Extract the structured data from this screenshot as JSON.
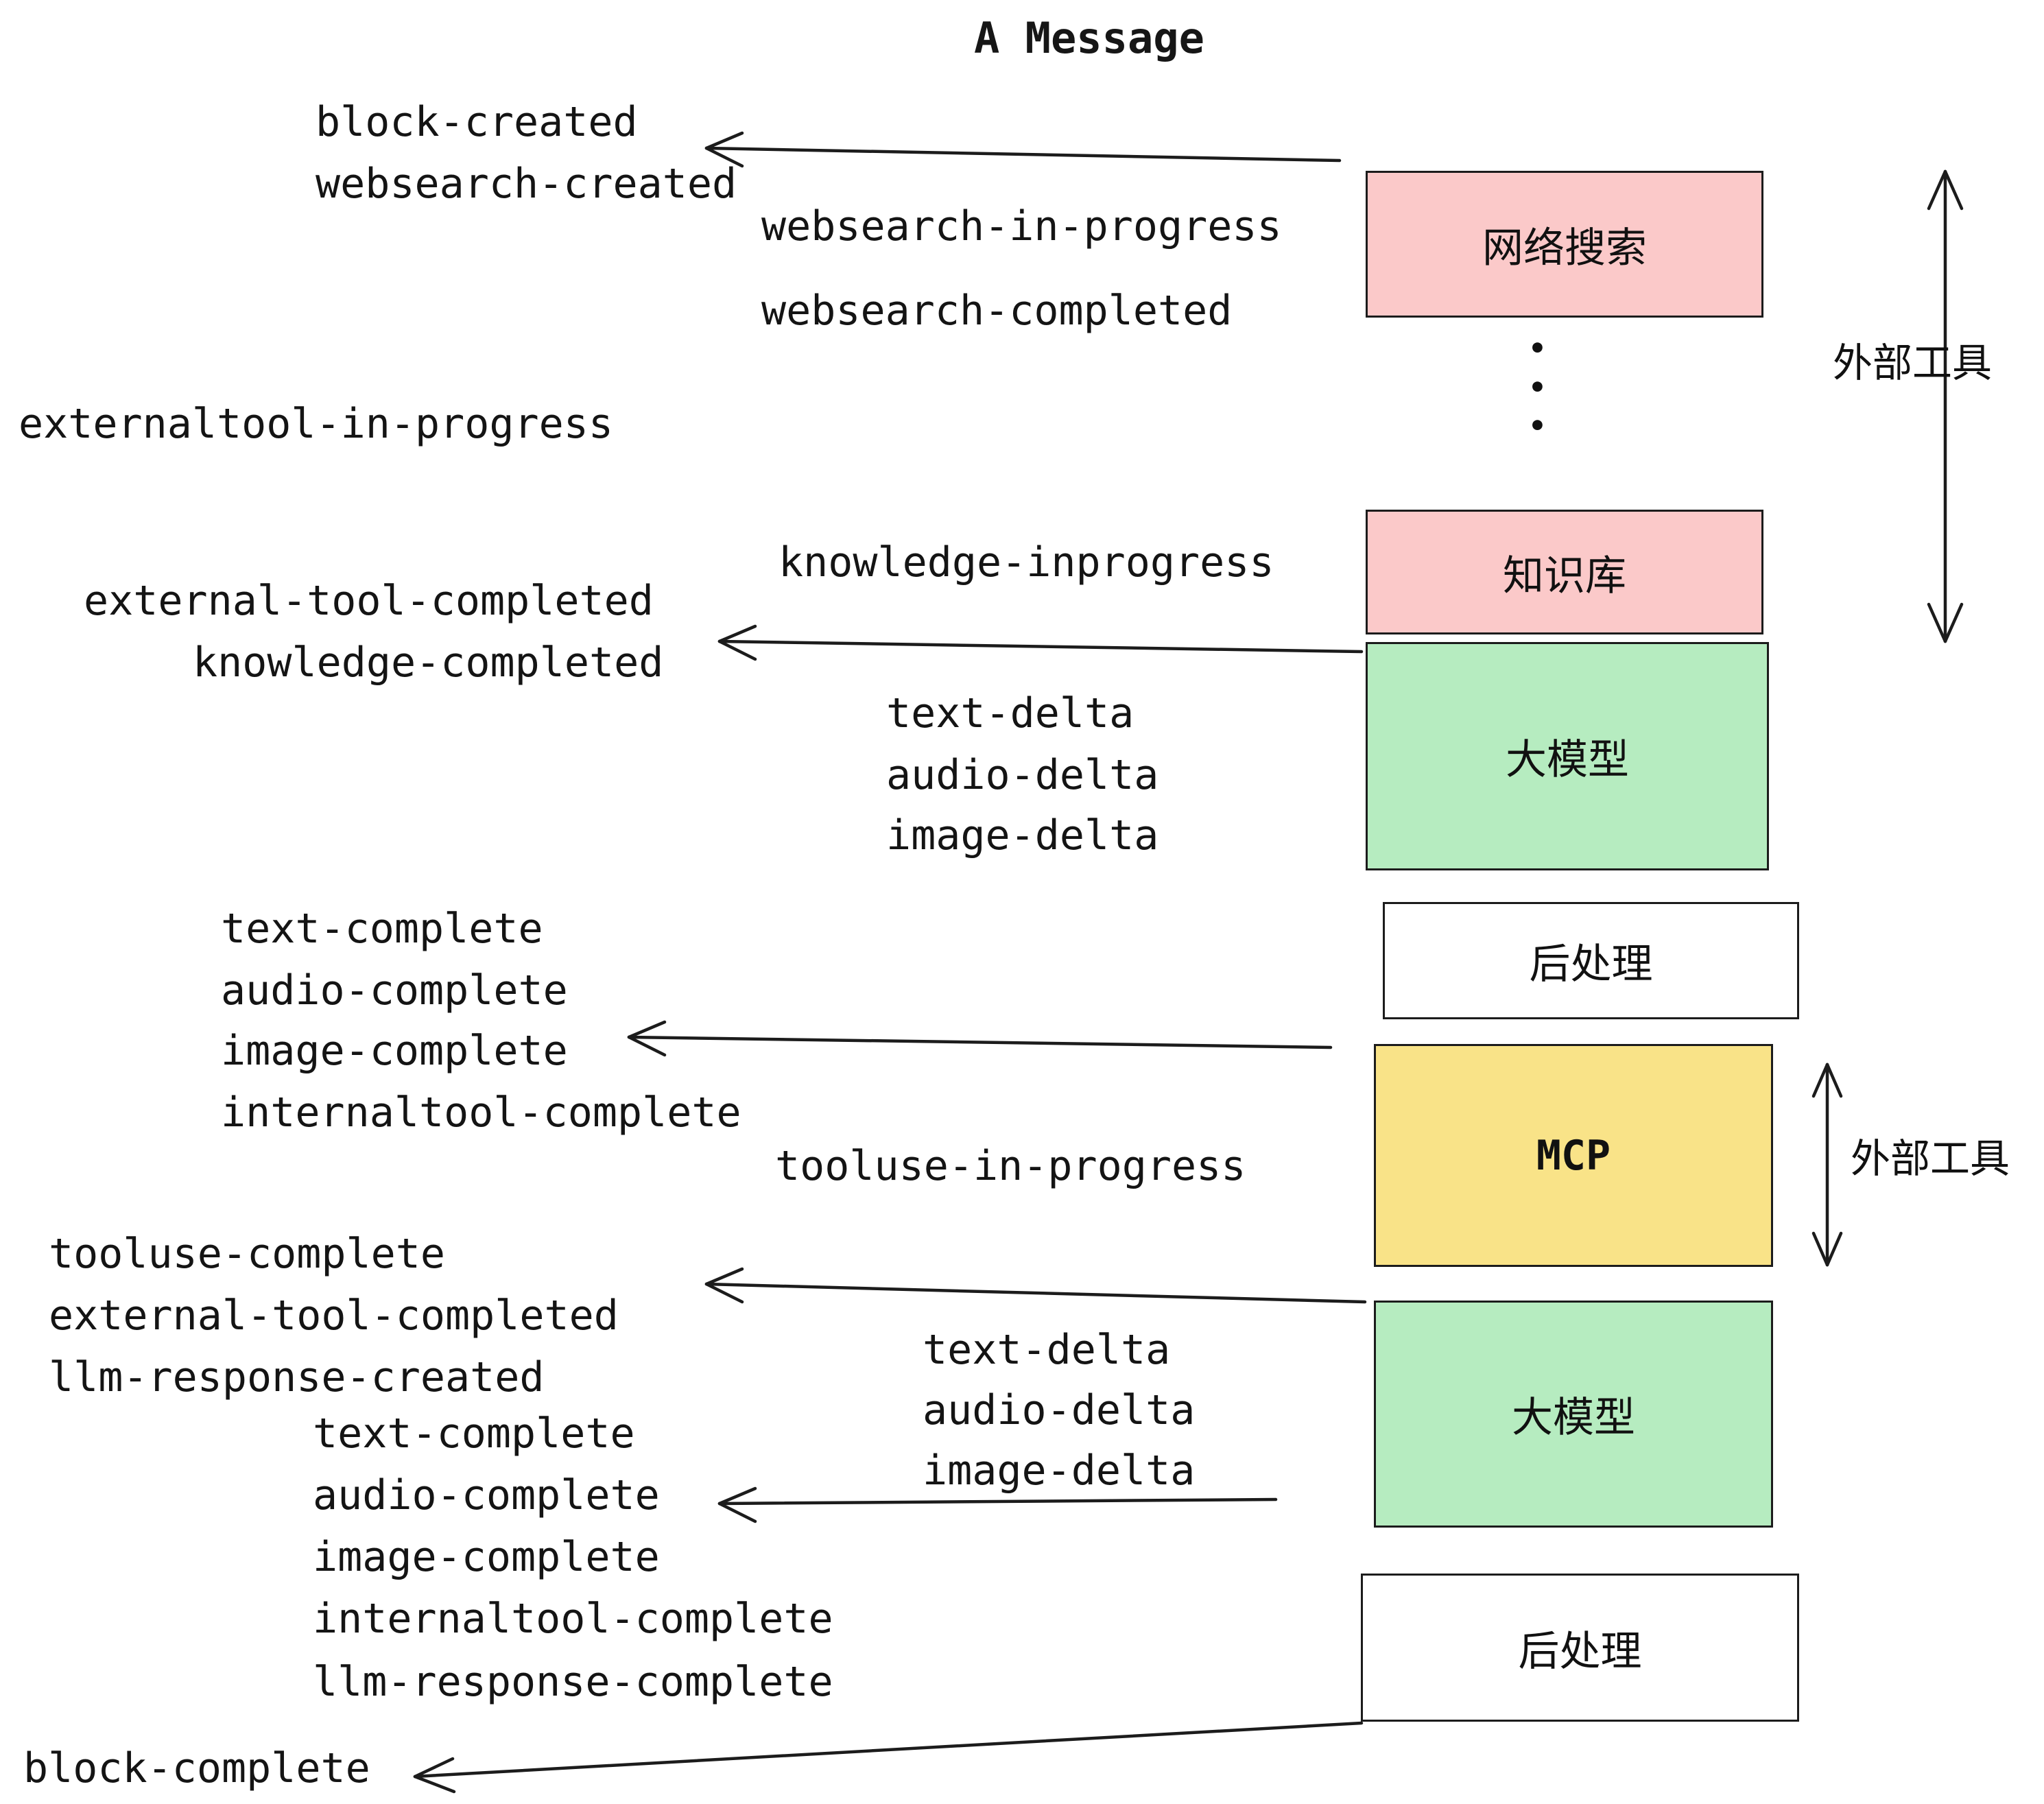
{
  "title": "A Message",
  "events": {
    "block_created": "block-created",
    "websearch_created": "websearch-created",
    "websearch_in_progress": "websearch-in-progress",
    "websearch_completed": "websearch-completed",
    "externaltool_in_progress": "externaltool-in-progress",
    "knowledge_inprogress": "knowledge-inprogress",
    "external_tool_completed_1": "external-tool-completed",
    "knowledge_completed": "knowledge-completed",
    "text_delta_1": "text-delta",
    "audio_delta_1": "audio-delta",
    "image_delta_1": "image-delta",
    "text_complete_1": "text-complete",
    "audio_complete_1": "audio-complete",
    "image_complete_1": "image-complete",
    "internaltool_complete_1": "internaltool-complete",
    "tooluse_in_progress": "tooluse-in-progress",
    "tooluse_complete": "tooluse-complete",
    "external_tool_completed_2": "external-tool-completed",
    "llm_response_created": "llm-response-created",
    "text_complete_2": "text-complete",
    "audio_complete_2": "audio-complete",
    "image_complete_2": "image-complete",
    "internaltool_complete_2": "internaltool-complete",
    "llm_response_complete": "llm-response-complete",
    "block_complete": "block-complete"
  },
  "boxes": {
    "websearch": {
      "label": "网络搜索",
      "color": "#fbc9c9"
    },
    "knowledge": {
      "label": "知识库",
      "color": "#fbc9c9"
    },
    "llm1": {
      "label": "大模型",
      "color": "#b6ecc0"
    },
    "post1": {
      "label": "后处理",
      "color": "#ffffff"
    },
    "mcp": {
      "label": "MCP",
      "color": "#f9e388"
    },
    "llm2": {
      "label": "大模型",
      "color": "#b6ecc0"
    },
    "post2": {
      "label": "后处理",
      "color": "#ffffff"
    }
  },
  "side_labels": {
    "external_tools_1": "外部工具",
    "external_tools_2": "外部工具"
  },
  "ellipsis": "•\n•\n•",
  "colors": {
    "line": "#1c1c1c",
    "pink": "#fbc9c9",
    "green": "#b6ecc0",
    "yellow": "#f9e388",
    "white": "#ffffff"
  }
}
